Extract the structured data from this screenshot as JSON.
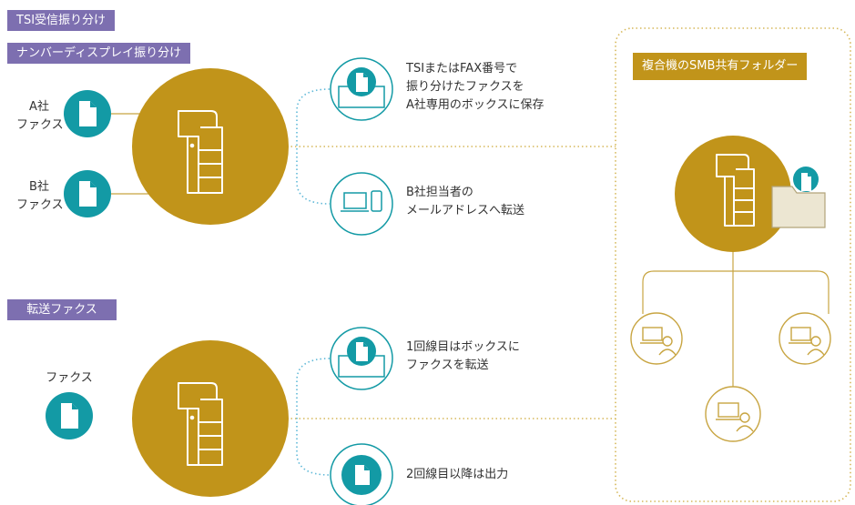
{
  "tags": {
    "tsi": "TSI受信振り分け",
    "number_display": "ナンバーディスプレイ振り分け",
    "forward_fax": "転送ファクス"
  },
  "senders": {
    "company_a": [
      "A社",
      "ファクス"
    ],
    "company_b": [
      "B社",
      "ファクス"
    ],
    "fax": "ファクス"
  },
  "actions": {
    "save_box": [
      "TSIまたはFAX番号で",
      "振り分けたファクスを",
      "A社専用のボックスに保存"
    ],
    "mail_forward": [
      "B社担当者の",
      "メールアドレスへ転送"
    ],
    "first_line": [
      "1回線目はボックスに",
      "ファクスを転送"
    ],
    "second_line": [
      "2回線目以降は出力"
    ]
  },
  "smb_folder": {
    "label": "複合機のSMB共有フォルダー"
  },
  "colors": {
    "purple": "#7d6fb0",
    "gold": "#c1941a",
    "teal": "#139aa5",
    "light_blue": "#60b9d8",
    "dotted": "#d6b85a"
  }
}
